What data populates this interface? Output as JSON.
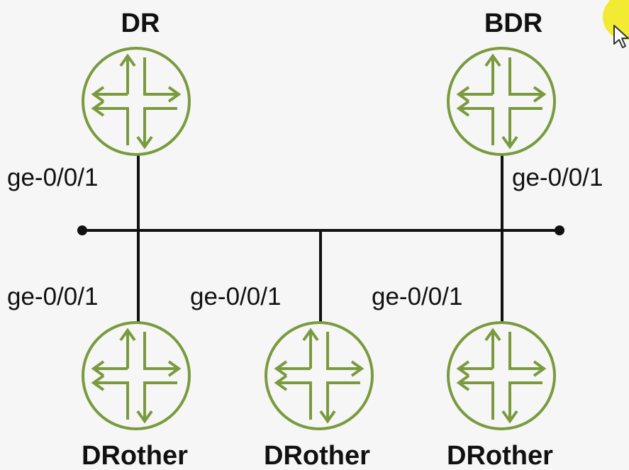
{
  "colors": {
    "router": "#7b9a3e",
    "line": "#111111",
    "background": "#f6f6f6",
    "cursor_highlight": "#f2ea1c"
  },
  "routers": [
    {
      "role": "DR",
      "interface": "ge-0/0/1"
    },
    {
      "role": "BDR",
      "interface": "ge-0/0/1"
    },
    {
      "role": "DRother",
      "interface": "ge-0/0/1"
    },
    {
      "role": "DRother",
      "interface": "ge-0/0/1"
    },
    {
      "role": "DRother",
      "interface": "ge-0/0/1"
    }
  ],
  "cursor": {
    "icon": "mouse-pointer-icon"
  }
}
